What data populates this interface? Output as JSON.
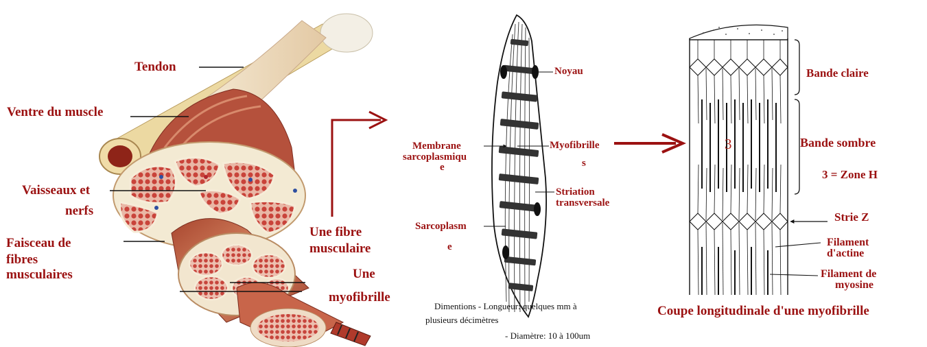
{
  "colors": {
    "label": "#9b1111",
    "arrow": "#9b1111",
    "muscle_red": "#c0463a",
    "bone": "#eedfae"
  },
  "left": {
    "tendon": "Tendon",
    "ventre": "Ventre du muscle",
    "vaisseaux_1": "Vaisseaux et",
    "vaisseaux_2": "nerfs",
    "faisceau_1": "Faisceau de",
    "faisceau_2": "fibres",
    "faisceau_3": "musculaires",
    "fibre_1": "Une fibre",
    "fibre_2": "musculaire",
    "myofibrille_1": "Une",
    "myofibrille_2": "myofibrille"
  },
  "middle": {
    "noyau": "Noyau",
    "membrane_1": "Membrane",
    "membrane_2": "sarcoplasmiqu",
    "membrane_3": "e",
    "myofibrilles_1": "Myofibrille",
    "myofibrilles_2": "s",
    "striation_1": "Striation",
    "striation_2": "transversale",
    "sarcoplasme_1": "Sarcoplasm",
    "sarcoplasme_2": "e",
    "dim_line1": "Dimentions  - Longueur: quelques mm à",
    "dim_line2": "plusieurs décimètres",
    "dim_line3": "- Diamètre: 10 à 100um"
  },
  "right": {
    "bande_claire": "Bande claire",
    "bande_sombre": "Bande sombre",
    "zone3_marker": "3",
    "zone_h": "3 = Zone H",
    "strie_z": "Strie Z",
    "actine_1": "Filament",
    "actine_2": "d'actine",
    "myosine_1": "Filament de",
    "myosine_2": "myosine",
    "caption": "Coupe longitudinale d'une myofibrille"
  }
}
